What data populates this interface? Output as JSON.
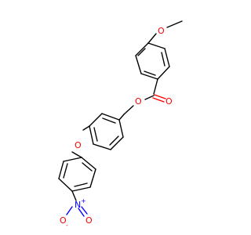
{
  "molecule": {
    "atoms": [
      {
        "key": "o_methoxy",
        "symbol": "O",
        "color": "#ff0000"
      },
      {
        "key": "o_ester",
        "symbol": "O",
        "color": "#ff0000"
      },
      {
        "key": "o_carbonyl",
        "symbol": "O",
        "color": "#ff0000"
      },
      {
        "key": "o_ether",
        "symbol": "O",
        "color": "#ff0000"
      },
      {
        "key": "n_nitro",
        "symbol": "N",
        "charge": "+",
        "color": "#0000ff"
      },
      {
        "key": "o_nitro_left",
        "symbol": "O",
        "charge": "-",
        "color": "#ff0000"
      },
      {
        "key": "o_nitro_right",
        "symbol": "O",
        "color": "#ff0000"
      }
    ]
  }
}
